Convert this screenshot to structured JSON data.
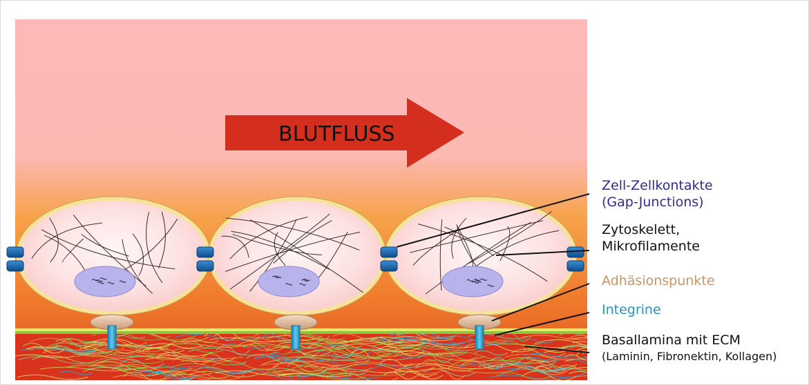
{
  "arrow": {
    "label": "BLUTFLUSS"
  },
  "labels": [
    {
      "lines": [
        "Zell-Zellkontakte",
        "(Gap-Junctions)"
      ],
      "color": "#2e2d8e"
    },
    {
      "lines": [
        "Zytoskelett,",
        "Mikrofilamente"
      ],
      "color": "#111111"
    },
    {
      "lines": [
        "Adhäsionspunkte"
      ],
      "color": "#c99467"
    },
    {
      "lines": [
        "Integrine"
      ],
      "color": "#1b9ac4"
    },
    {
      "lines": [
        "Basallamina mit ECM"
      ],
      "color": "#111111"
    },
    {
      "lines": [
        "(Laminin, Fibronektin, Kollagen)"
      ],
      "color": "#111111"
    }
  ],
  "colors": {
    "blood": "#fdb9b9",
    "tissue_top": "#f6a24a",
    "tissue_bottom": "#e0501c",
    "arrow": "#d42e1e",
    "membrane": "#f6e29a",
    "nucleus": "#b8b3ea",
    "junction": "#1e67b0",
    "adhesion": "#e2bd9a",
    "integrin": "#2aa6d6",
    "basal_lamina": "#8cc63f"
  }
}
